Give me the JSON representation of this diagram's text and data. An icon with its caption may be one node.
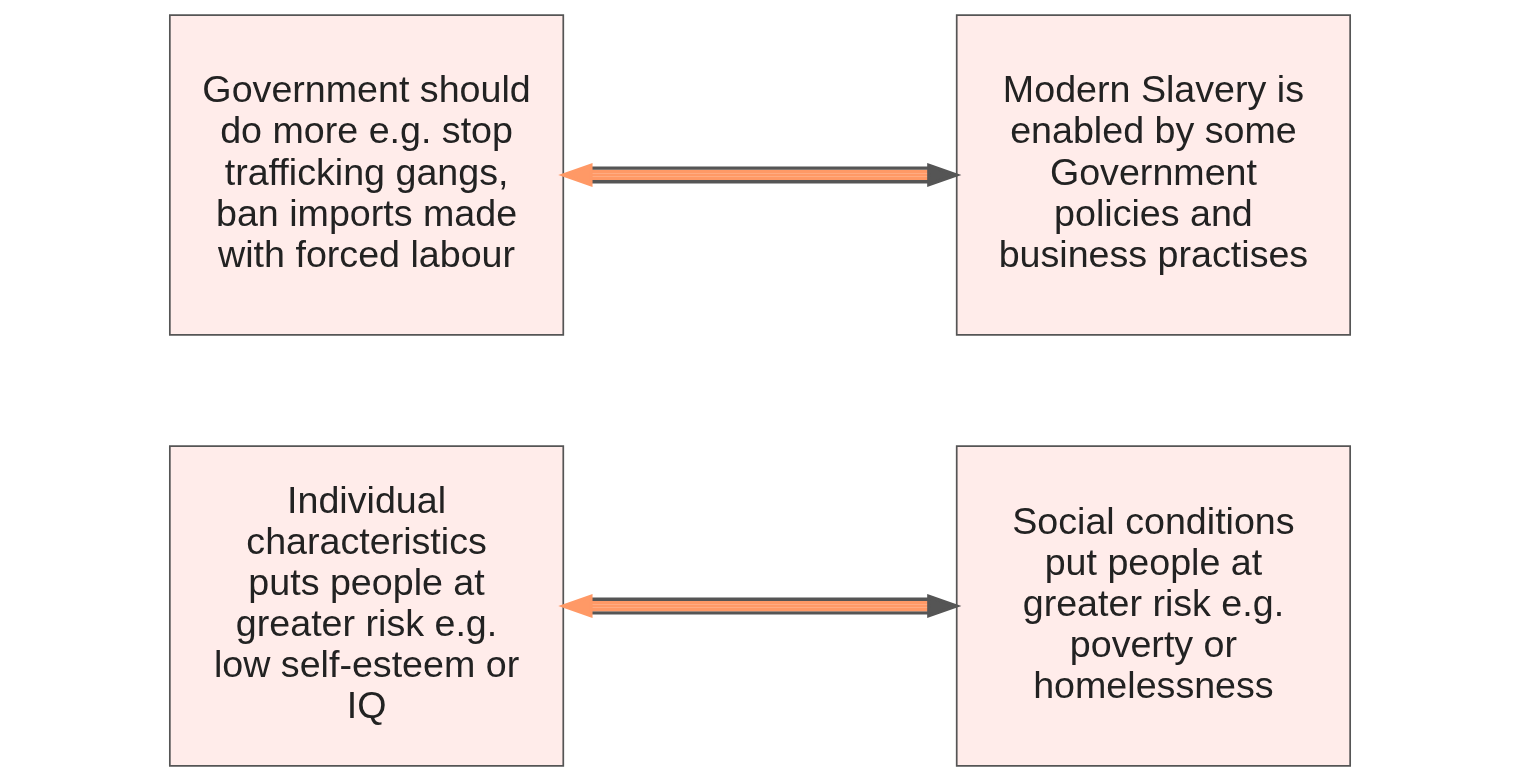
{
  "diagram": {
    "nodes": [
      {
        "text": [
          "Individual characteristics puts people at greater risk e.g. low self-esteem or IQ"
        ]
      },
      {
        "text": [
          "Social conditions put people at greater risk e.g. poverty or homelessness"
        ]
      },
      {
        "text": [
          "Government should do more e.g. stop trafficking gangs, ban imports made with forced labour"
        ]
      },
      {
        "text": [
          "Modern Slavery is enabled by some Government policies and business practises"
        ]
      }
    ],
    "edges": [
      {
        "from": 0,
        "to": 1,
        "arrow": "both"
      },
      {
        "from": 2,
        "to": 3,
        "arrow": "both"
      }
    ]
  }
}
